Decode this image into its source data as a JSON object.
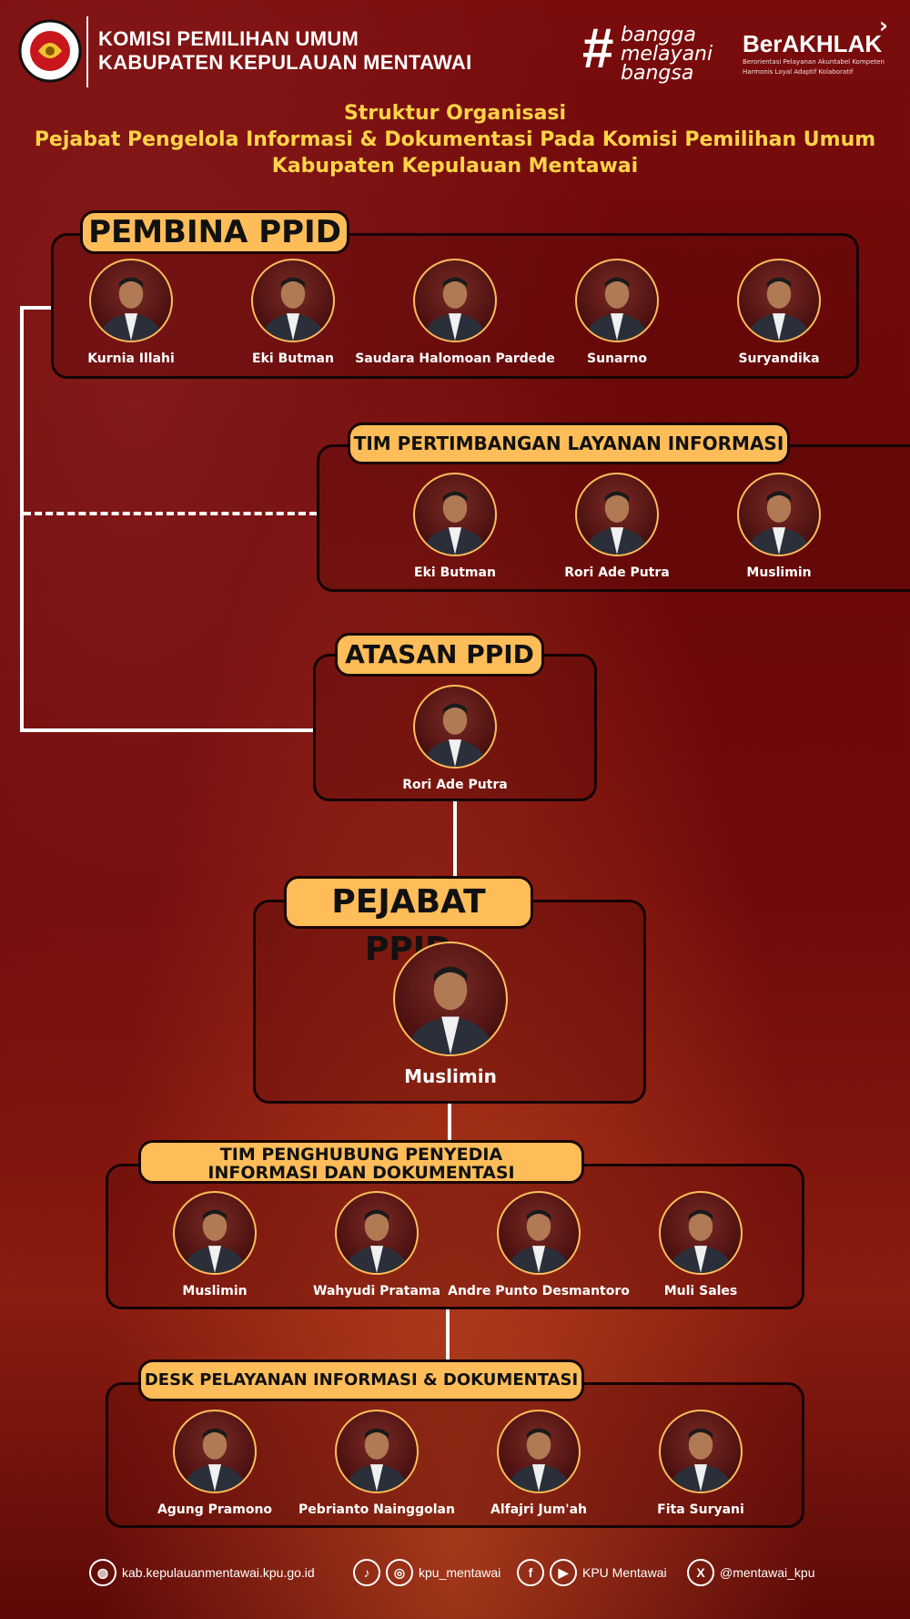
{
  "header": {
    "org_line1": "KOMISI PEMILIHAN UMUM",
    "org_line2": "KABUPATEN KEPULAUAN MENTAWAI",
    "logo_top_text": "KOMISI",
    "logo_bottom_text": "PEMILIHAN UMUM",
    "bangga": [
      "bangga",
      "melayani",
      "bangsa"
    ],
    "berakhlak_title": "BerAKHLAK",
    "berakhlak_sub_1": "Berorientasi Pelayanan Akuntabel Kompeten",
    "berakhlak_sub_2": "Harmonis Loyal Adaptif Kolaboratif"
  },
  "title": {
    "line1": "Struktur Organisasi",
    "line2": "Pejabat Pengelola Informasi & Dokumentasi Pada Komisi Pemilihan Umum",
    "line3": "Kabupaten Kepulauan Mentawai"
  },
  "sections": {
    "pembina": {
      "label": "PEMBINA PPID",
      "members": [
        "Kurnia Illahi",
        "Eki Butman",
        "Saudara Halomoan Pardede",
        "Sunarno",
        "Suryandika"
      ]
    },
    "tim_pertimbangan": {
      "label": "TIM PERTIMBANGAN LAYANAN INFORMASI",
      "members": [
        "Eki Butman",
        "Rori Ade Putra",
        "Muslimin"
      ]
    },
    "atasan": {
      "label": "ATASAN PPID",
      "members": [
        "Rori Ade Putra"
      ]
    },
    "pejabat": {
      "label": "PEJABAT PPID",
      "members": [
        "Muslimin"
      ]
    },
    "tim_penghubung": {
      "label_1": "TIM PENGHUBUNG PENYEDIA",
      "label_2": "INFORMASI DAN DOKUMENTASI",
      "members": [
        "Muslimin",
        "Wahyudi Pratama",
        "Andre Punto Desmantoro",
        "Muli Sales"
      ]
    },
    "desk": {
      "label": "DESK PELAYANAN INFORMASI & DOKUMENTASI",
      "members": [
        "Agung Pramono",
        "Pebrianto Nainggolan",
        "Alfajri Jum'ah",
        "Fita Suryani"
      ]
    }
  },
  "footer": {
    "website": "kab.kepulauanmentawai.kpu.go.id",
    "tiktok_instagram": "kpu_mentawai",
    "facebook_youtube": "KPU Mentawai",
    "x_handle": "@mentawai_kpu"
  },
  "colors": {
    "background": "#6a0808",
    "pill": "#ffbd59",
    "title": "#ffd447",
    "border": "#140404"
  }
}
